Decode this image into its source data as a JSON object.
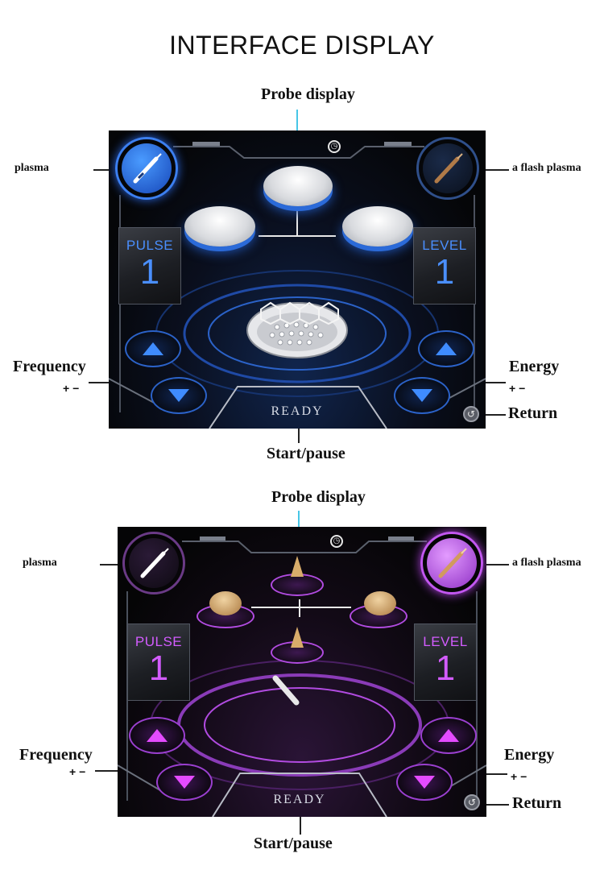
{
  "title": "INTERFACE DISPLAY",
  "panels": [
    {
      "theme": "blue",
      "callouts": {
        "probe_display": "Probe display",
        "plasma": "plasma",
        "flash_plasma": "a flash plasma",
        "frequency": "Frequency",
        "frequency_pm": "+ −",
        "energy": "Energy",
        "energy_pm": "+ −",
        "return": "Return",
        "start_pause": "Start/pause"
      },
      "screen": {
        "pulse_label": "PULSE",
        "pulse_value": "1",
        "level_label": "LEVEL",
        "level_value": "1",
        "status": "READY",
        "active_mode": "plasma",
        "accent_color": "#3f8cff"
      }
    },
    {
      "theme": "purple",
      "callouts": {
        "probe_display": "Probe display",
        "plasma": "plasma",
        "flash_plasma": "a flash plasma",
        "frequency": "Frequency",
        "frequency_pm": "+ −",
        "energy": "Energy",
        "energy_pm": "+ −",
        "return": "Return",
        "start_pause": "Start/pause"
      },
      "screen": {
        "pulse_label": "PULSE",
        "pulse_value": "1",
        "level_label": "LEVEL",
        "level_value": "1",
        "status": "READY",
        "active_mode": "flash-plasma",
        "accent_color": "#e44bff"
      }
    }
  ],
  "icons": {
    "clock": "clock-icon",
    "return": "return-icon",
    "plasma_pen": "plasma-pen-icon",
    "flash_pen": "flash-plasma-pen-icon"
  }
}
